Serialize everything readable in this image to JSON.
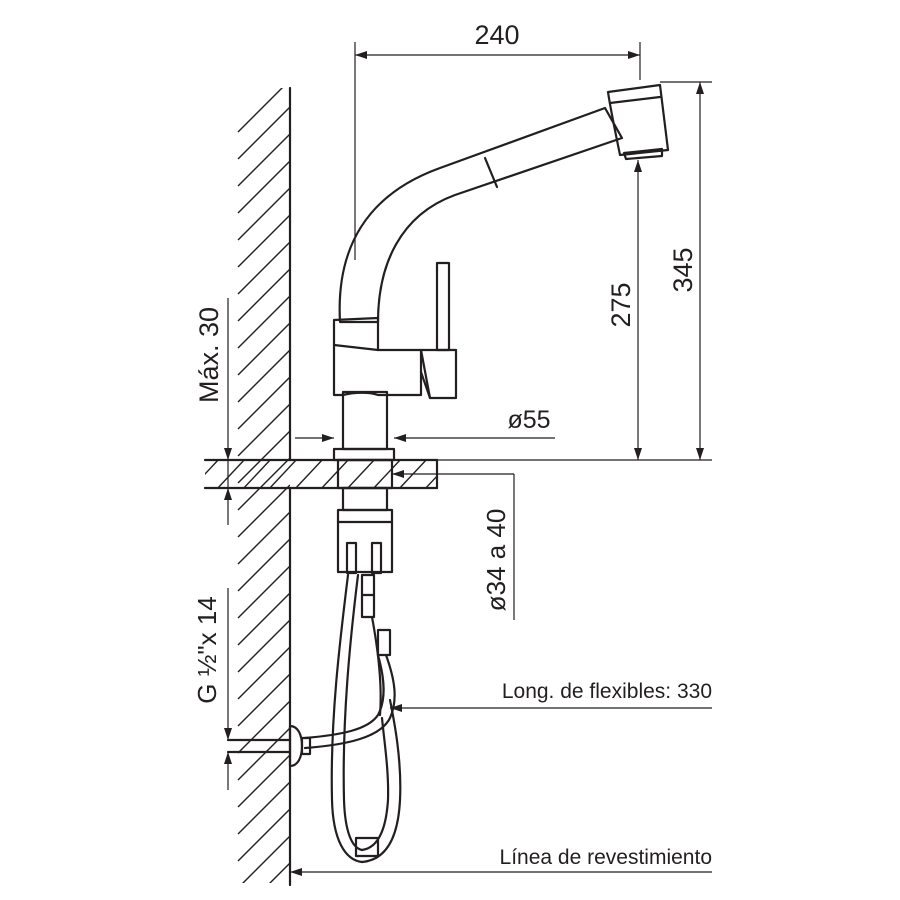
{
  "dimensions": {
    "spout_reach": "240",
    "total_height": "345",
    "outlet_height": "275",
    "max_thickness": "Máx. 30",
    "base_diameter": "ø55",
    "hole_diameter": "ø34 a 40",
    "connection_thread": "G ½\"x 14",
    "hose_length": "Long. de flexibles: 330",
    "wall_line": "Línea de revestimiento"
  },
  "colors": {
    "line": "#231f20",
    "background": "#ffffff"
  }
}
